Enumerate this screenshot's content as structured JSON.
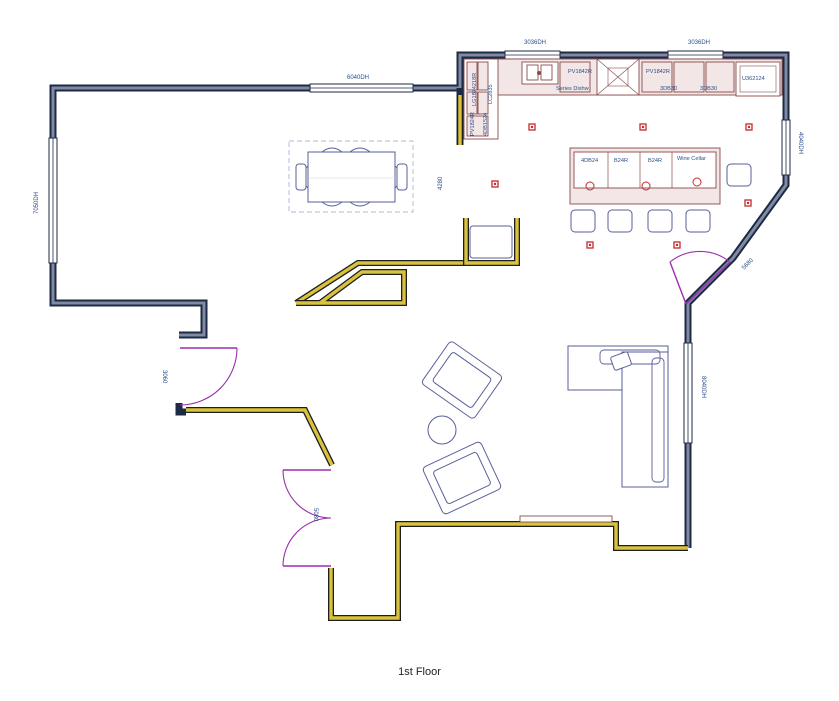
{
  "title": "1st Floor",
  "windows": {
    "top_left": "6040DH",
    "left_side": "7050DH",
    "kitchen_left": "3036DH",
    "kitchen_right": "3036DH",
    "right_upper": "4040DH",
    "right_lower": "8040DH"
  },
  "doors": {
    "left_entry": "3060",
    "patio": "5080",
    "corner": "5680"
  },
  "labels": {
    "dimension": "4280"
  },
  "cabinets": {
    "back_wall": [
      "PV1842R",
      "PV1842R",
      "3DB30",
      "3DB30",
      "U362124"
    ],
    "left_tall": [
      "LG1874218R",
      "PV1824R",
      "4DB1524"
    ],
    "sink": "LC2835",
    "dishwasher": "Series Dishw",
    "island": [
      "4DB24",
      "B24R",
      "B24R",
      "Wine Cellar"
    ]
  },
  "colors": {
    "exterior_wall": "#1e2a44",
    "new_wall": "#d9c23c",
    "door": "#9b2fae",
    "furniture": "#5a5f9a",
    "marker": "#c62a2a",
    "label": "#2b4e8a"
  }
}
